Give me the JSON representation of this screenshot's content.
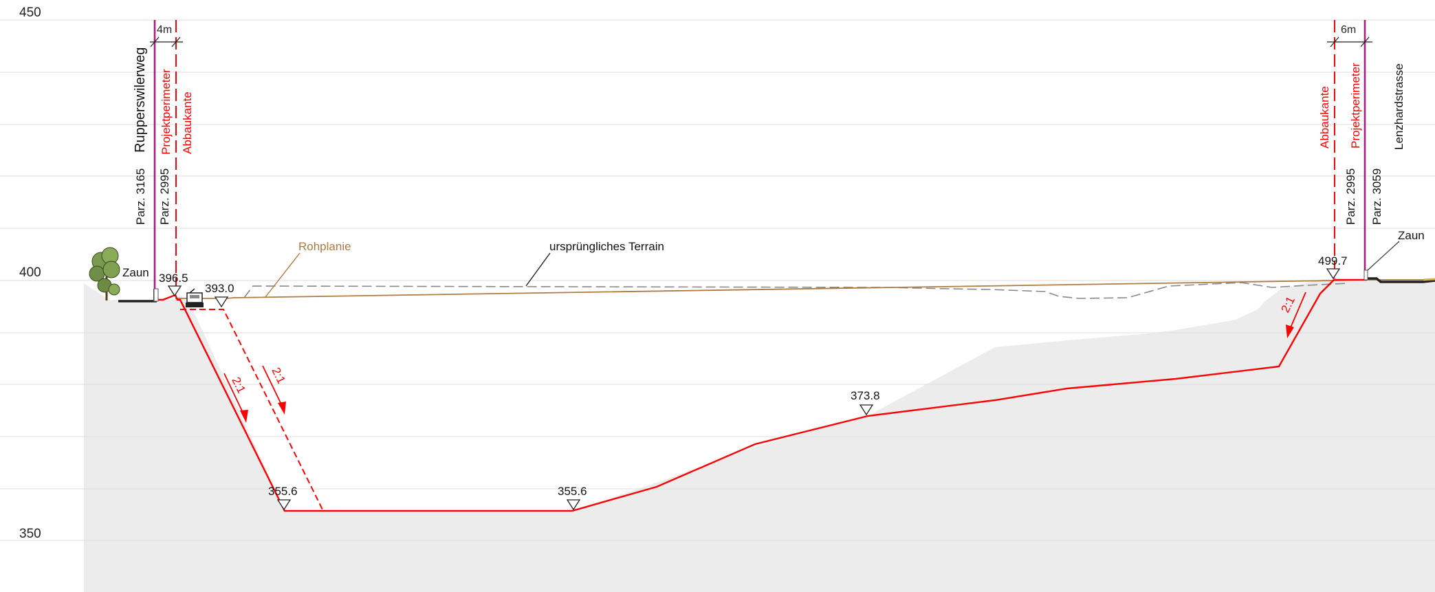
{
  "elevation_axis": {
    "labels": [
      "450",
      "400",
      "350"
    ]
  },
  "left_side": {
    "road_label": "Rupperswilerweg",
    "parcel_a": "Parz. 3165",
    "parcel_b": "Parz. 2995",
    "perimeter_label": "Projektperimeter",
    "edge_label": "Abbaukante",
    "offset_label": "4m",
    "fence_label": "Zaun"
  },
  "right_side": {
    "road_label": "Lenzhardstrasse",
    "parcel_a": "Parz. 2995",
    "parcel_b": "Parz. 3059",
    "perimeter_label": "Projektperimeter",
    "edge_label": "Abbaukante",
    "offset_label": "6m",
    "fence_label": "Zaun"
  },
  "callouts": {
    "rough_grade": "Rohplanie",
    "original_terrain": "ursprüngliches Terrain"
  },
  "levels": {
    "left_top": "396.5",
    "rough_left": "393.0",
    "bottom_left": "355.6",
    "bottom_mid": "355.6",
    "mid": "373.8",
    "right_top": "499.7"
  },
  "slopes": {
    "left_final": "2:1",
    "left_temp": "2:1",
    "right": "2:1"
  },
  "colors": {
    "excavation": "#ff0000",
    "perimeter": "#a0207a",
    "rough_grade": "#b07a40",
    "ground_fill": "#ececec",
    "grid": "#dddddd"
  },
  "icons": {
    "tree": "tree-icon",
    "machine": "excavator-icon"
  }
}
